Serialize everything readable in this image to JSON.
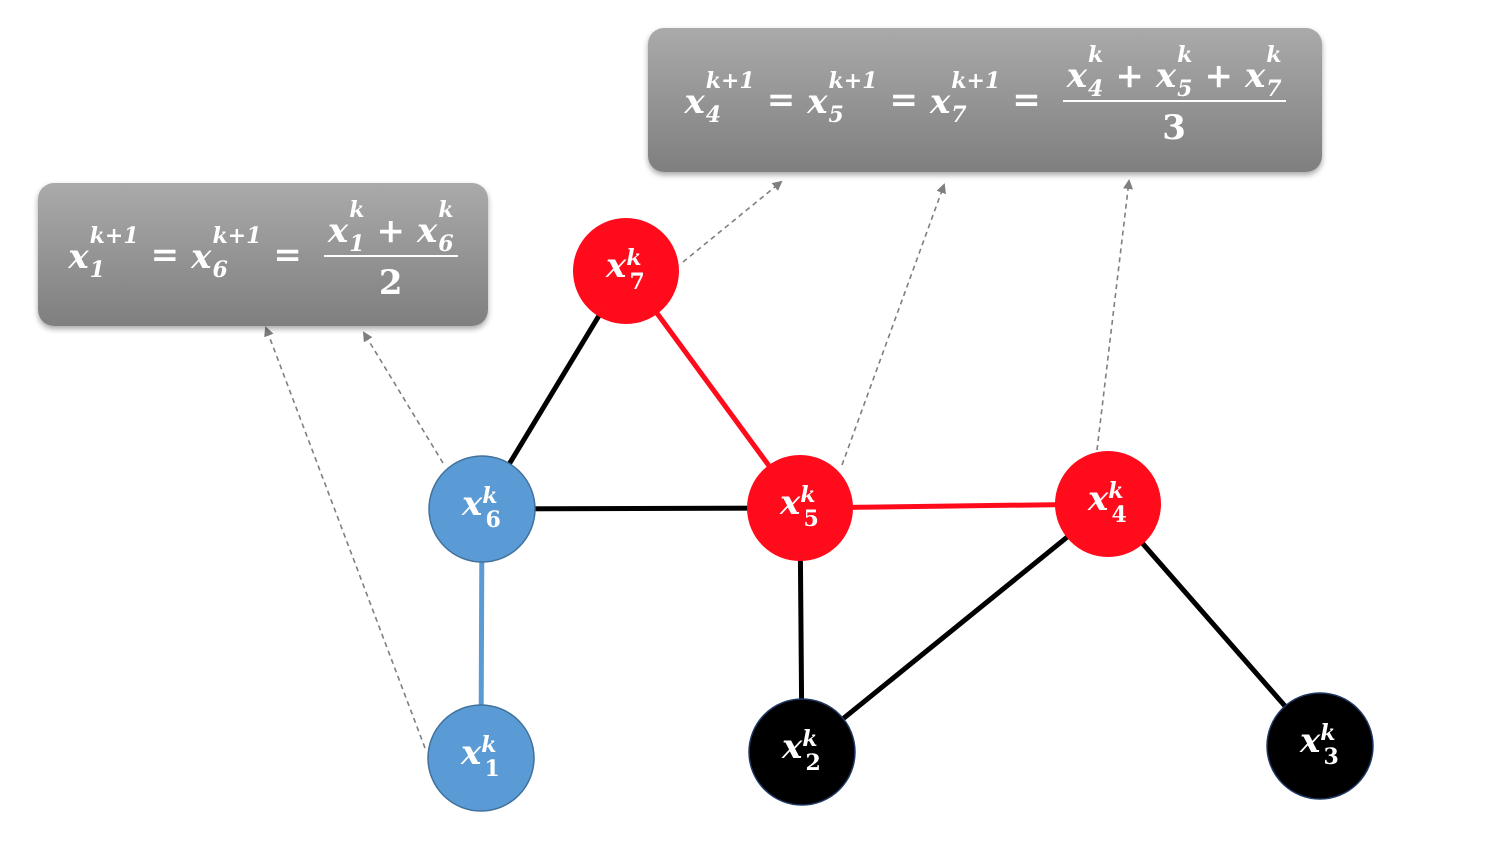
{
  "colors": {
    "blue_node": "#5b9bd5",
    "red_node": "#ff0b1c",
    "black_node": "#000000",
    "black_edge": "#000000",
    "red_edge": "#ff0b1c",
    "blue_edge": "#5b9bd5",
    "box_fill": "#9a9a9a",
    "arrow": "#7f7f7f"
  },
  "variable": "x",
  "superscript": "k",
  "next_superscript": "k+1",
  "nodes": [
    {
      "id": "1",
      "sub": "1",
      "color": "blue"
    },
    {
      "id": "2",
      "sub": "2",
      "color": "black"
    },
    {
      "id": "3",
      "sub": "3",
      "color": "black"
    },
    {
      "id": "4",
      "sub": "4",
      "color": "red"
    },
    {
      "id": "5",
      "sub": "5",
      "color": "red"
    },
    {
      "id": "6",
      "sub": "6",
      "color": "blue"
    },
    {
      "id": "7",
      "sub": "7",
      "color": "red"
    }
  ],
  "edges": [
    {
      "from": "6",
      "to": "7",
      "color": "black"
    },
    {
      "from": "7",
      "to": "5",
      "color": "red"
    },
    {
      "from": "6",
      "to": "5",
      "color": "black"
    },
    {
      "from": "5",
      "to": "4",
      "color": "red"
    },
    {
      "from": "6",
      "to": "1",
      "color": "blue"
    },
    {
      "from": "5",
      "to": "2",
      "color": "black"
    },
    {
      "from": "4",
      "to": "2",
      "color": "black"
    },
    {
      "from": "4",
      "to": "3",
      "color": "black"
    }
  ],
  "formulas": {
    "left": {
      "lhs_subs": [
        "1",
        "6"
      ],
      "num_subs": [
        "1",
        "6"
      ],
      "plus": "+",
      "equals": "=",
      "denominator": "2"
    },
    "top": {
      "lhs_subs": [
        "4",
        "5",
        "7"
      ],
      "num_subs": [
        "4",
        "5",
        "7"
      ],
      "plus": "+",
      "equals": "=",
      "denominator": "3"
    }
  }
}
